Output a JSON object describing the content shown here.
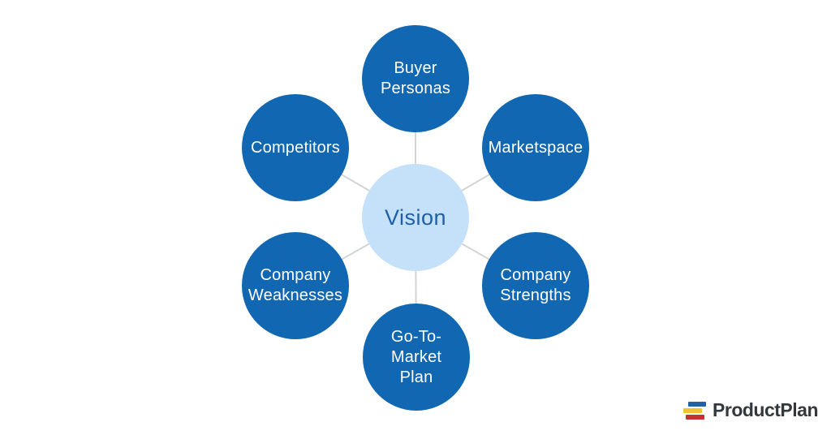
{
  "diagram": {
    "type": "hub-and-spoke",
    "center": {
      "label": "Vision"
    },
    "nodes": [
      {
        "label": "Buyer\nPersonas"
      },
      {
        "label": "Marketspace"
      },
      {
        "label": "Company\nStrengths"
      },
      {
        "label": "Go-To-Market\nPlan"
      },
      {
        "label": "Company\nWeaknesses"
      },
      {
        "label": "Competitors"
      }
    ],
    "colors": {
      "outer_node_fill": "#1167B1",
      "outer_node_text": "#FFFFFF",
      "center_node_fill": "#C5E1F9",
      "center_node_text": "#1D60A7",
      "connector_line": "#D2D5D8"
    }
  },
  "logo": {
    "text": "ProductPlan",
    "text_color": "#33383D",
    "mark_bar_colors": {
      "top": "#2260A8",
      "middle": "#F2C235",
      "bottom": "#C63230"
    }
  }
}
